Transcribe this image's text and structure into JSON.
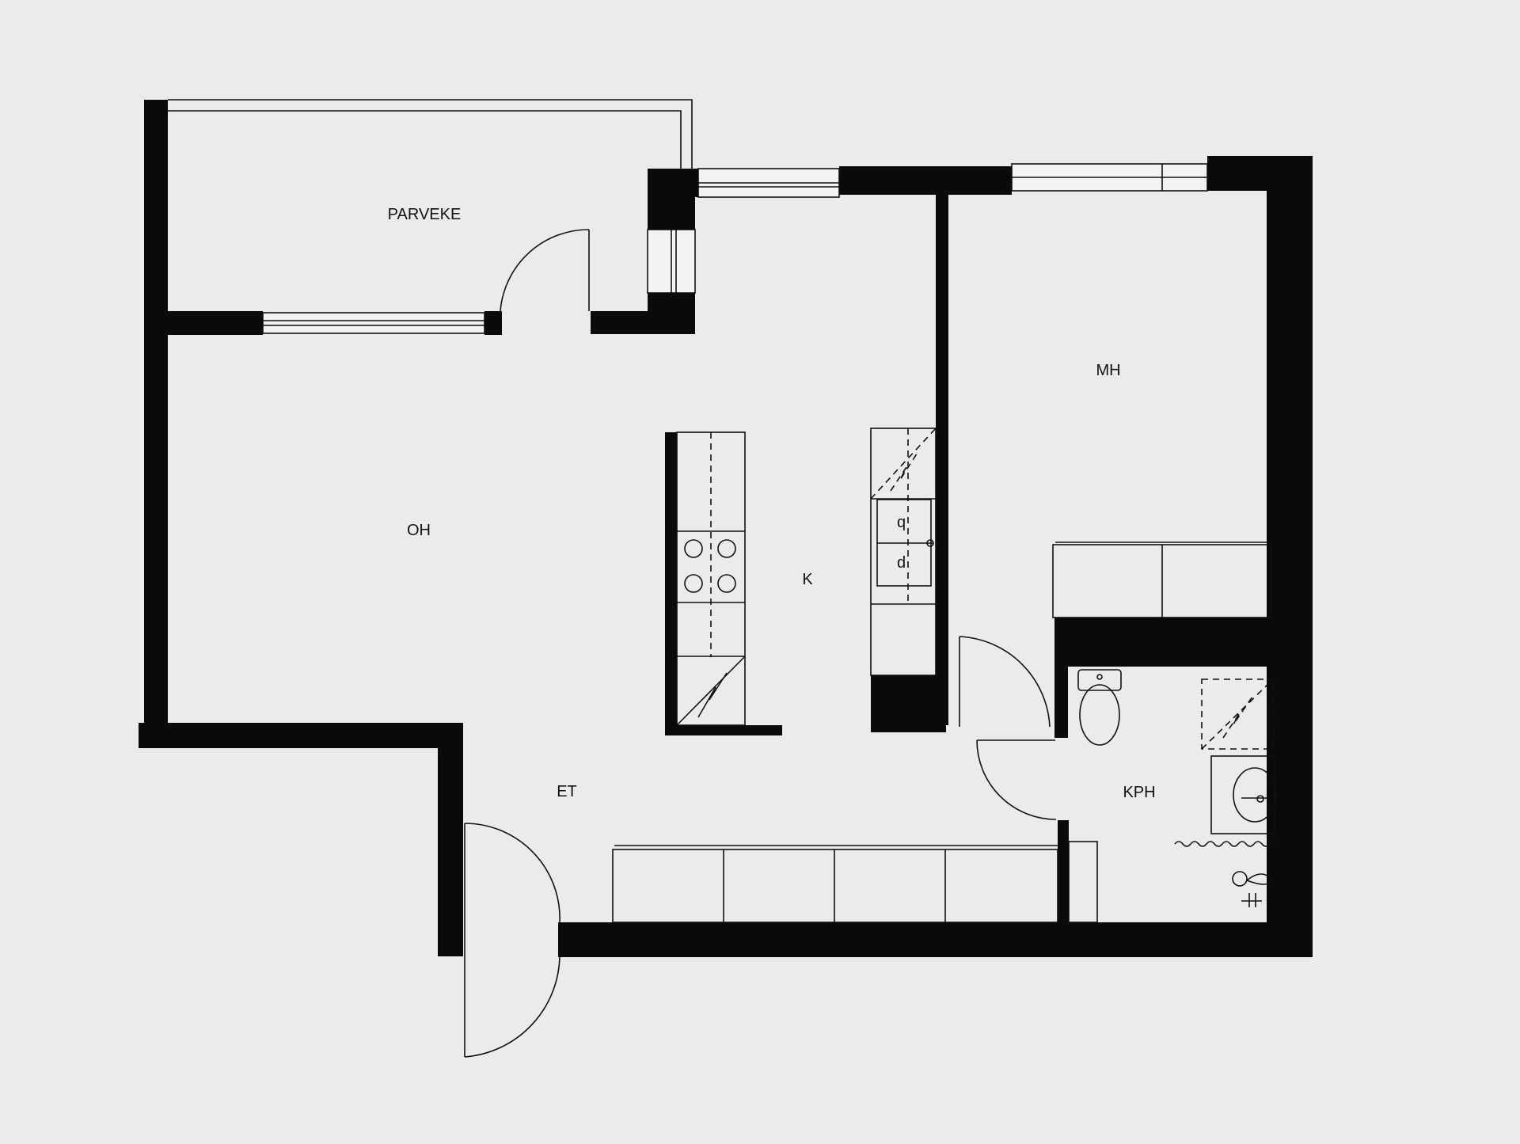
{
  "rooms": {
    "parveke": "PARVEKE",
    "oh": "OH",
    "k": "K",
    "mh": "MH",
    "et": "ET",
    "kph": "KPH"
  },
  "colors": {
    "paper": "#ebebeb",
    "wall": "#0a0a0a",
    "line": "#111111"
  }
}
